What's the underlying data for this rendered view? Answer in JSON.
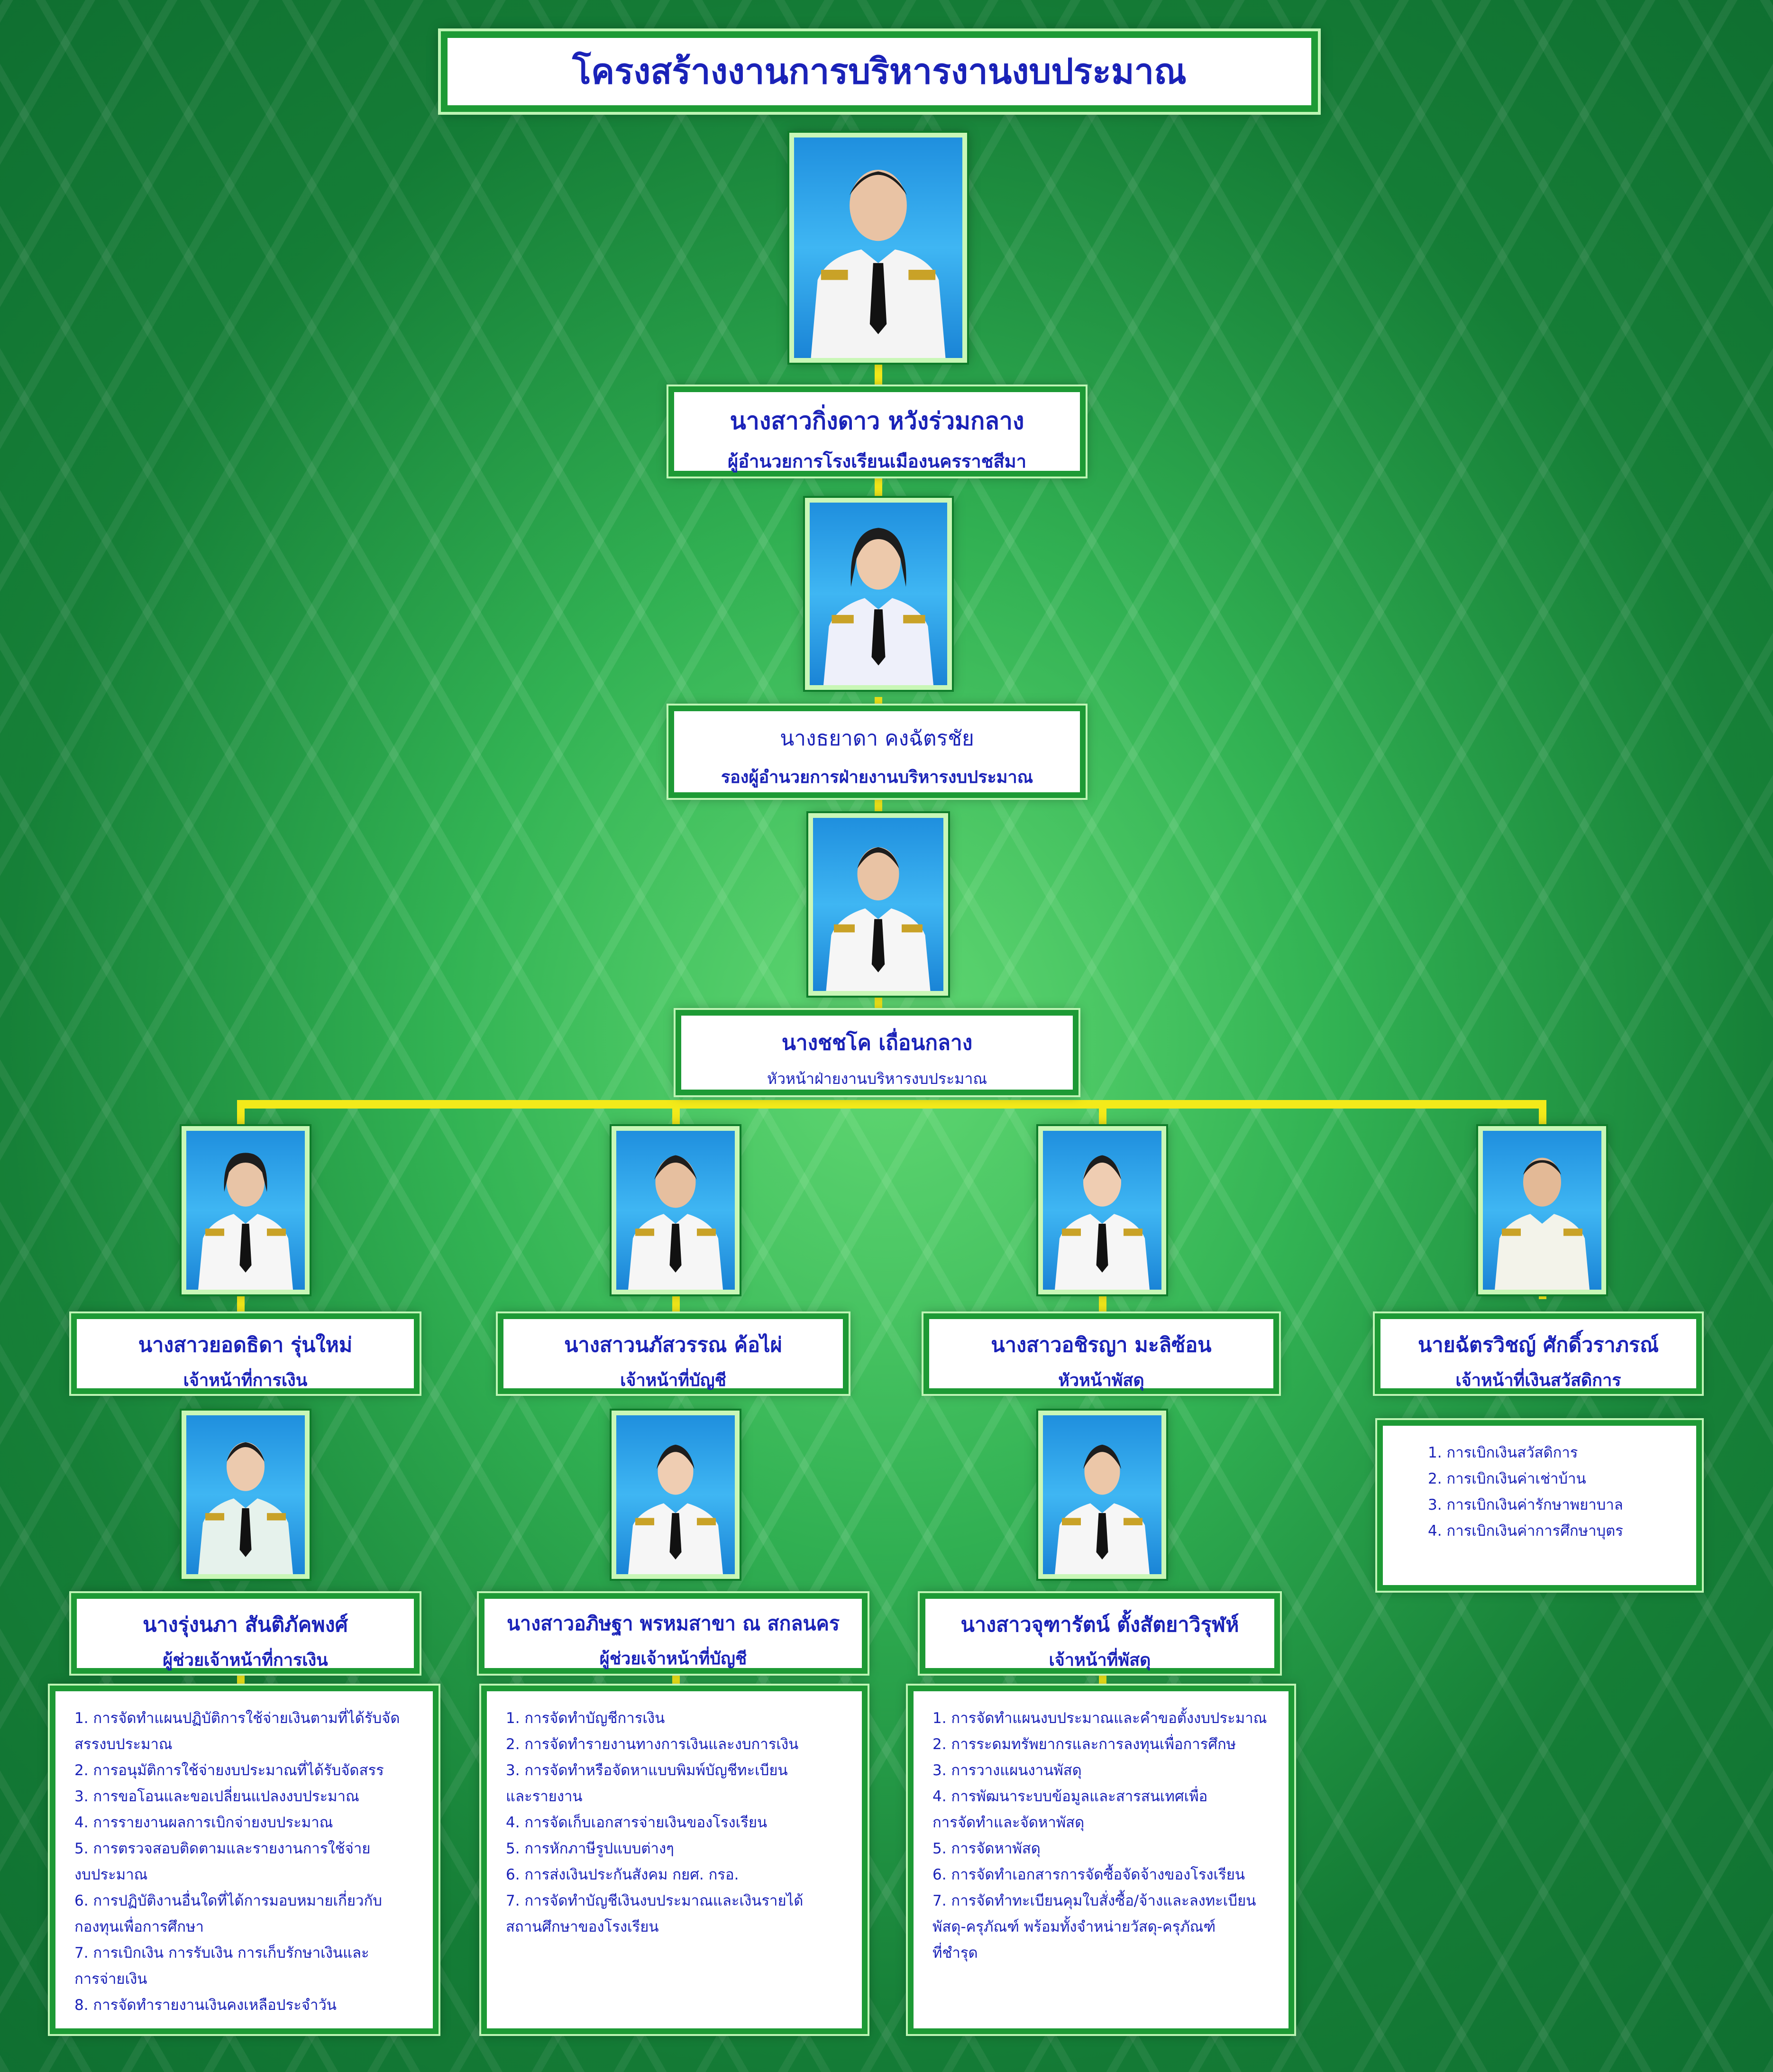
{
  "title": "โครงสร้างงานการบริหารงานงบประมาณ",
  "people": {
    "director": {
      "name": "นางสาวกิ่งดาว  หวังร่วมกลาง",
      "position": "ผู้อำนวยการโรงเรียนเมืองนครราชสีมา"
    },
    "deputy": {
      "name": "นางธยาดา  คงฉัตรชัย",
      "position": "รองผู้อำนวยการฝ่ายงานบริหารงบประมาณ"
    },
    "head": {
      "name": "นางชชโค  เถื่อนกลาง",
      "position": "หัวหน้าฝ่ายงานบริหารงบประมาณ"
    },
    "finance": {
      "name": "นางสาวยอดธิดา  รุ่นใหม่",
      "position": "เจ้าหน้าที่การเงิน"
    },
    "accounting": {
      "name": "นางสาวนภัสวรรณ  ค้อไผ่",
      "position": "เจ้าหน้าที่บัญชี"
    },
    "supplies": {
      "name": "นางสาวอชิรญา  มะลิซ้อน",
      "position": "หัวหน้าพัสดุ"
    },
    "welfare": {
      "name": "นายฉัตรวิชญ์  ศักดิ์วราภรณ์",
      "position": "เจ้าหน้าที่เงินสวัสดิการ"
    },
    "finance_asst": {
      "name": "นางรุ่งนภา  สันติภัคพงศ์",
      "position": "ผู้ช่วยเจ้าหน้าที่การเงิน"
    },
    "accounting_asst": {
      "name": "นางสาวอภิษฐา  พรหมสาขา ณ สกลนคร",
      "position": "ผู้ช่วยเจ้าหน้าที่บัญชี"
    },
    "supplies_officer": {
      "name": "นางสาวจุฑารัตน์  ตั้งสัตยาวิรุฬห์",
      "position": "เจ้าหน้าที่พัสดุ"
    }
  },
  "duties": {
    "welfare": [
      "1. การเบิกเงินสวัสดิการ",
      "2. การเบิกเงินค่าเช่าบ้าน",
      "3. การเบิกเงินค่ารักษาพยาบาล",
      "4. การเบิกเงินค่าการศึกษาบุตร"
    ],
    "finance": [
      "1. การจัดทำแผนปฏิบัติการใช้จ่ายเงินตามที่ได้รับจัด",
      "สรรงบประมาณ",
      "2. การอนุมัติการใช้จ่ายงบประมาณที่ได้รับจัดสรร",
      "3. การขอโอนและขอเปลี่ยนแปลงงบประมาณ",
      "4. การรายงานผลการเบิกจ่ายงบประมาณ",
      "5. การตรวจสอบติดตามและรายงานการใช้จ่าย",
      "งบประมาณ",
      "6. การปฏิบัติงานอื่นใดที่ได้การมอบหมายเกี่ยวกับ",
      "กองทุนเพื่อการศึกษา",
      "7. การเบิกเงิน การรับเงิน การเก็บรักษาเงินและ",
      "การจ่ายเงิน",
      "8. การจัดทำรายงานเงินคงเหลือประจำวัน"
    ],
    "accounting": [
      "1. การจัดทำบัญชีการเงิน",
      "2. การจัดทำรายงานทางการเงินและงบการเงิน",
      "3. การจัดทำหรือจัดหาแบบพิมพ์บัญชีทะเบียน",
      "และรายงาน",
      "4. การจัดเก็บเอกสารจ่ายเงินของโรงเรียน",
      "5. การหักภาษีรูปแบบต่างๆ",
      "6. การส่งเงินประกันสังคม กยศ. กรอ.",
      "7. การจัดทำบัญชีเงินงบประมาณและเงินรายได้",
      "สถานศึกษาของโรงเรียน"
    ],
    "supplies": [
      "1. การจัดทำแผนงบประมาณและคำขอตั้งงบประมาณ",
      "2. การระดมทรัพยากรและการลงทุนเพื่อการศึกษ",
      "3. การวางแผนงานพัสดุ",
      "4. การพัฒนาระบบข้อมูลและสารสนเทศเพื่อ",
      "การจัดทำและจัดหาพัสดุ",
      "5. การจัดหาพัสดุ",
      "6. การจัดทำเอกสารการจัดซื้อจัดจ้างของโรงเรียน",
      "7. การจัดทำทะเบียนคุมใบสั่งซื้อ/จ้างและลงทะเบียน",
      "พัสดุ-ครุภัณฑ์ พร้อมทั้งจำหน่ายวัสดุ-ครุภัณฑ์",
      "ที่ชำรุด"
    ]
  }
}
